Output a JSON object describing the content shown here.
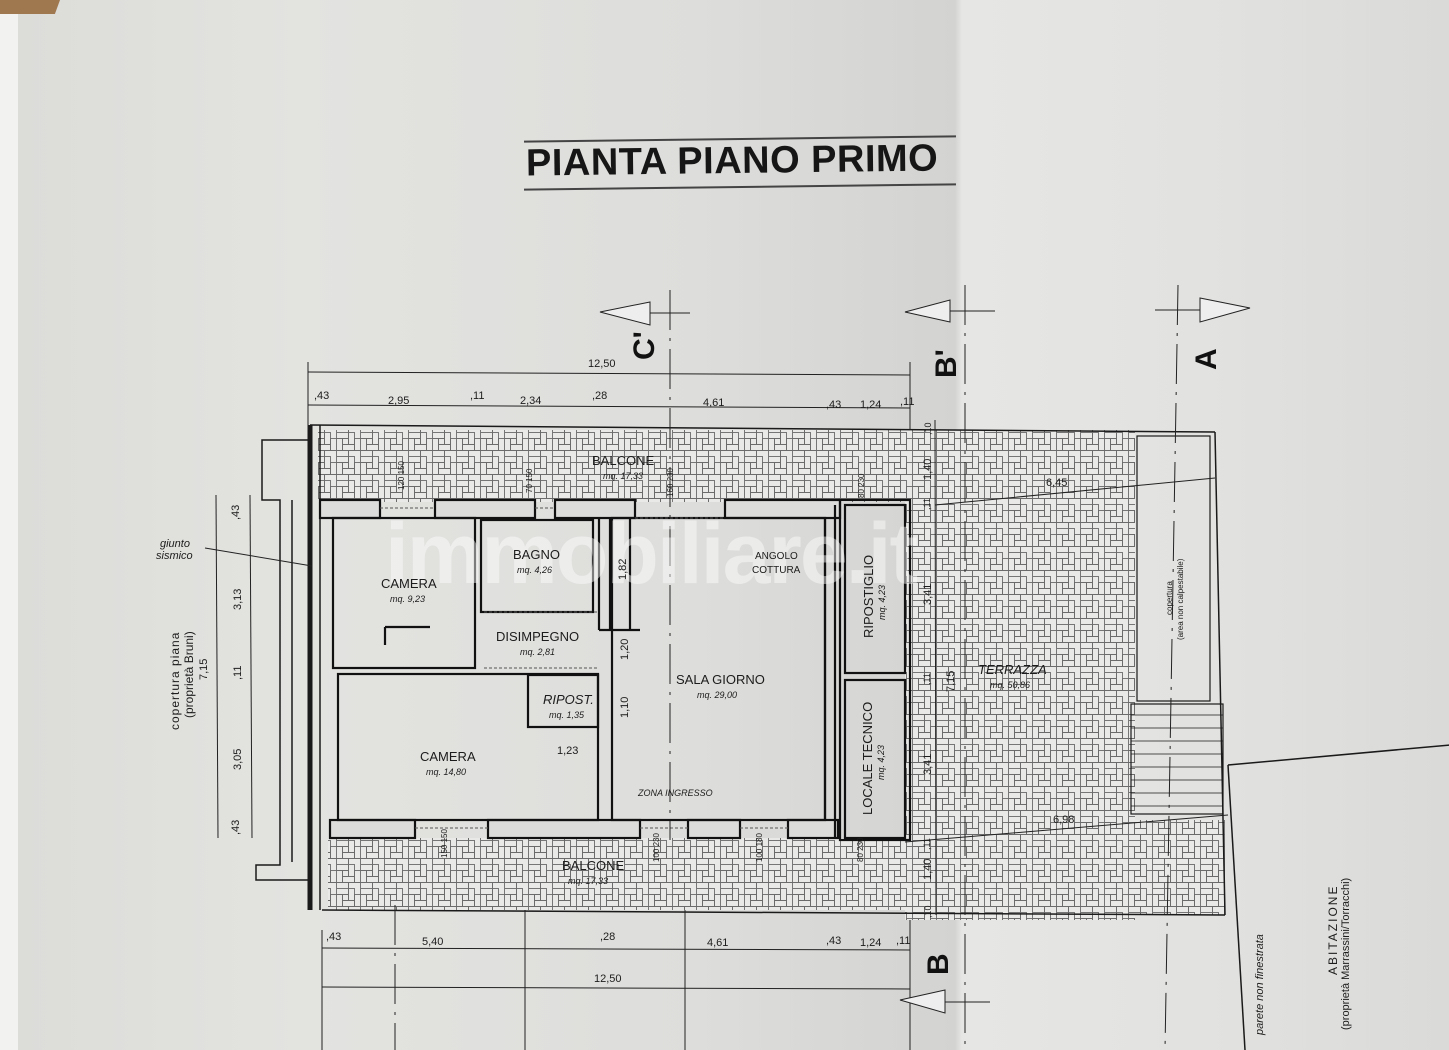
{
  "title": "PIANTA PIANO PRIMO",
  "watermark": "immobiliare.it",
  "sections": {
    "C": "C'",
    "B_top": "B'",
    "A": "A",
    "B_bottom": "B"
  },
  "rooms": [
    {
      "name": "BALCONE",
      "area": "mq. 17,33",
      "position": "north"
    },
    {
      "name": "CAMERA",
      "area": "mq. 9,23"
    },
    {
      "name": "BAGNO",
      "area": "mq. 4,26"
    },
    {
      "name": "ANGOLO",
      "name2": "COTTURA"
    },
    {
      "name": "RIPOSTIGLIO",
      "area": "mq. 4,23"
    },
    {
      "name": "DISIMPEGNO",
      "area": "mq. 2,81"
    },
    {
      "name": "SALA GIORNO",
      "area": "mq. 29,00"
    },
    {
      "name": "RIPOST.",
      "area": "mq. 1,35"
    },
    {
      "name": "CAMERA",
      "area": "mq. 14,80"
    },
    {
      "name": "ZONA INGRESSO"
    },
    {
      "name": "LOCALE TECNICO",
      "area": "mq. 4,23"
    },
    {
      "name": "TERRAZZA",
      "area": "mq. 50,86"
    },
    {
      "name": "BALCONE",
      "area": "mq. 17,33",
      "position": "south"
    }
  ],
  "dimensions": {
    "top_total": "12,50",
    "top_chain": [
      ",43",
      "2,95",
      ",11",
      "2,34",
      ",28",
      "4,61",
      ",43",
      "1,24",
      ",11"
    ],
    "bottom_chain": [
      ",43",
      "5,40",
      ",28",
      "4,61",
      ",43",
      "1,24",
      ",11"
    ],
    "bottom_total": "12,50",
    "left_total": "7,15",
    "left_chain": [
      ",43",
      "3,13",
      ",11",
      "3,05",
      ",43"
    ],
    "right_chain": [
      ",10",
      "1,40",
      ",11",
      "3,41",
      ",11",
      "3,41",
      ",11",
      "1,40",
      ",10"
    ],
    "right_total": "7,15",
    "terrace_top": "6,45",
    "terrace_bottom": "6,98",
    "interior": [
      "1,82",
      "1,20",
      "1,10",
      "1,23"
    ],
    "openings": [
      {
        "w": "120",
        "h": "150"
      },
      {
        "w": "70",
        "h": "150"
      },
      {
        "w": "160",
        "h": "230"
      },
      {
        "w": "80",
        "h": "230"
      },
      {
        "w": "150",
        "h": "150"
      },
      {
        "w": "100",
        "h": "230"
      },
      {
        "w": "100",
        "h": "180"
      },
      {
        "w": "80",
        "h": "230"
      }
    ]
  },
  "annotations": {
    "seismic_joint": [
      "giunto",
      "sismico"
    ],
    "left_roof": [
      "copertura piana",
      "(proprietà Bruni)"
    ],
    "right_cover": [
      "copertura",
      "(area non calpestabile)"
    ],
    "wall_note": "parete non finestrata",
    "neighbor": [
      "ABITAZIONE",
      "(proprietà Marrassini/Torracchi)"
    ]
  }
}
